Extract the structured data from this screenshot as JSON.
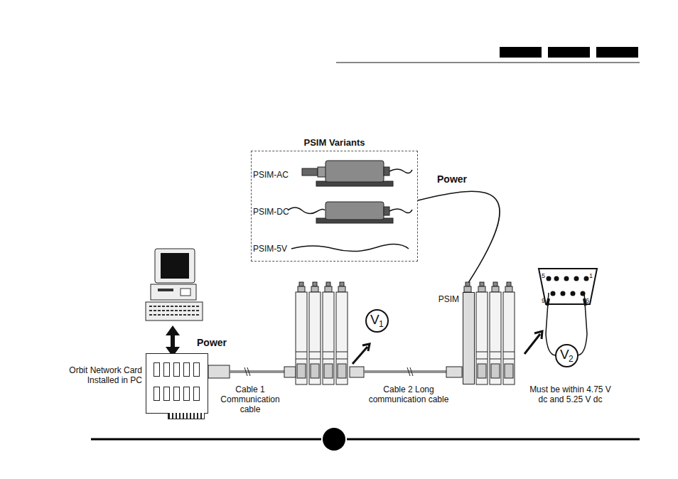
{
  "diagram": {
    "nodes": [
      {
        "text": [
          "PSIM Variants"
        ]
      },
      {
        "text": [
          "Orbit Network Card Installed in PC"
        ]
      },
      {
        "text": [
          "V",
          "1"
        ]
      },
      {
        "text": [
          "V",
          "2"
        ]
      },
      {
        "text": [
          "PSIM"
        ]
      }
    ],
    "edges": [
      {
        "from": 0,
        "to": 4,
        "label": "Power",
        "arrow": "none"
      }
    ],
    "labels": [
      "PSIM-AC",
      "PSIM-DC",
      "PSIM-5V",
      "Power",
      "Cable 1 Communication cable",
      "Cable 2 Long communication cable",
      "5",
      "1",
      "9",
      "6",
      "Must be within 4.75 V dc and 5.25 V dc"
    ]
  }
}
